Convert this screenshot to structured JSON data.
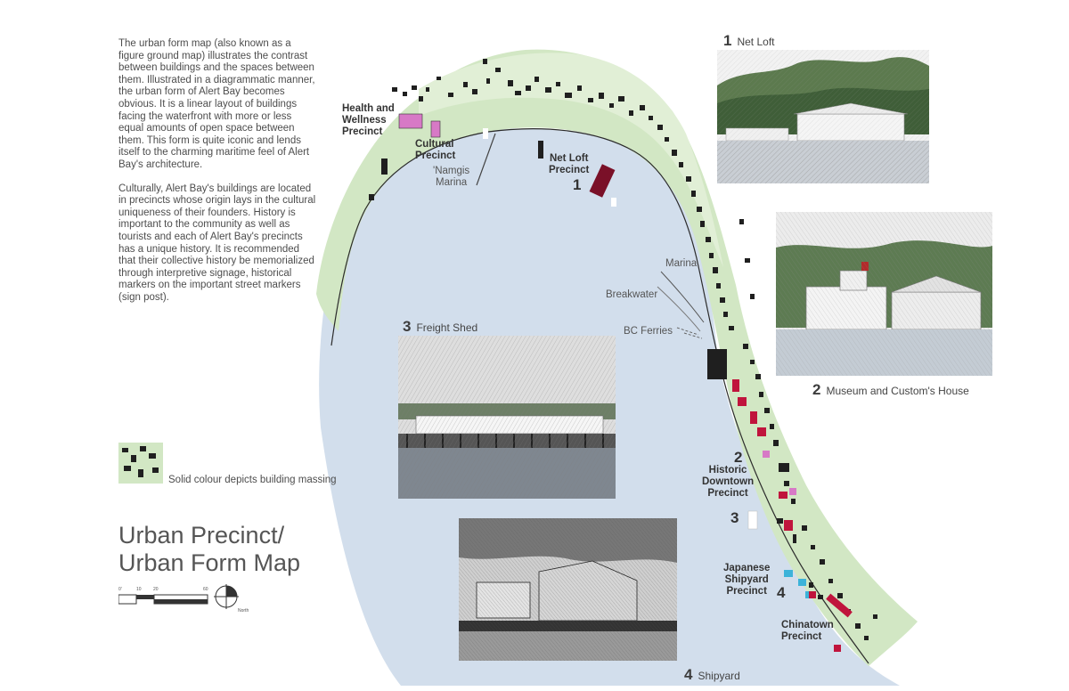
{
  "intro": {
    "paragraph1": "The urban form map (also known as a figure ground map) illustrates the contrast between buildings and the spaces between them. Illustrated in a diagrammatic manner, the urban form of Alert Bay becomes obvious. It is a linear layout of buildings facing the waterfront with more or less equal amounts of open space between them. This form is quite iconic and lends itself to the charming maritime feel of Alert Bay's architecture.",
    "paragraph2": "Culturally, Alert Bay's buildings are located in precincts whose origin lays in the cultural uniqueness of their founders. History is important to the community as well as tourists and each of Alert Bay's precincts has a unique history. It is recommended that their collective history be memorialized through interpretive signage, historical markers on the important street markers (sign post)."
  },
  "legend": {
    "text": "Solid colour depicts building massing"
  },
  "title": {
    "line1": "Urban Precinct/",
    "line2": "Urban Form Map"
  },
  "scale": {
    "ticks": [
      "0'",
      "10",
      "20",
      "60"
    ],
    "north": "North"
  },
  "photos": [
    {
      "num": "1",
      "caption": "Net Loft"
    },
    {
      "num": "2",
      "caption": "Museum and Custom's House"
    },
    {
      "num": "3",
      "caption": "Freight Shed"
    },
    {
      "num": "4",
      "caption": "Shipyard"
    }
  ],
  "map": {
    "precincts": {
      "health": [
        "Health and",
        "Wellness",
        "Precinct"
      ],
      "cultural": [
        "Cultural",
        "Precinct"
      ],
      "netloft": [
        "Net Loft",
        "Precinct"
      ],
      "historic": [
        "Historic",
        "Downtown",
        "Precinct"
      ],
      "japanese": [
        "Japanese",
        "Shipyard",
        "Precinct"
      ],
      "chinatown": [
        "Chinatown",
        "Precinct"
      ]
    },
    "labels": {
      "namgis": [
        "'Namgis",
        "Marina"
      ],
      "marina": "Marina",
      "breakwater": "Breakwater",
      "ferries": "BC Ferries"
    },
    "markers": {
      "netloft": "1",
      "historic": "2",
      "freight": "3",
      "shipyard": "4"
    }
  },
  "colors": {
    "water": "#d2deec",
    "land": "#d2e7c4",
    "land_light": "#e1efd6",
    "building": "#1f1f1f",
    "crimson": "#c0143c",
    "pink": "#d779c6",
    "cyan": "#3cb3d9"
  }
}
